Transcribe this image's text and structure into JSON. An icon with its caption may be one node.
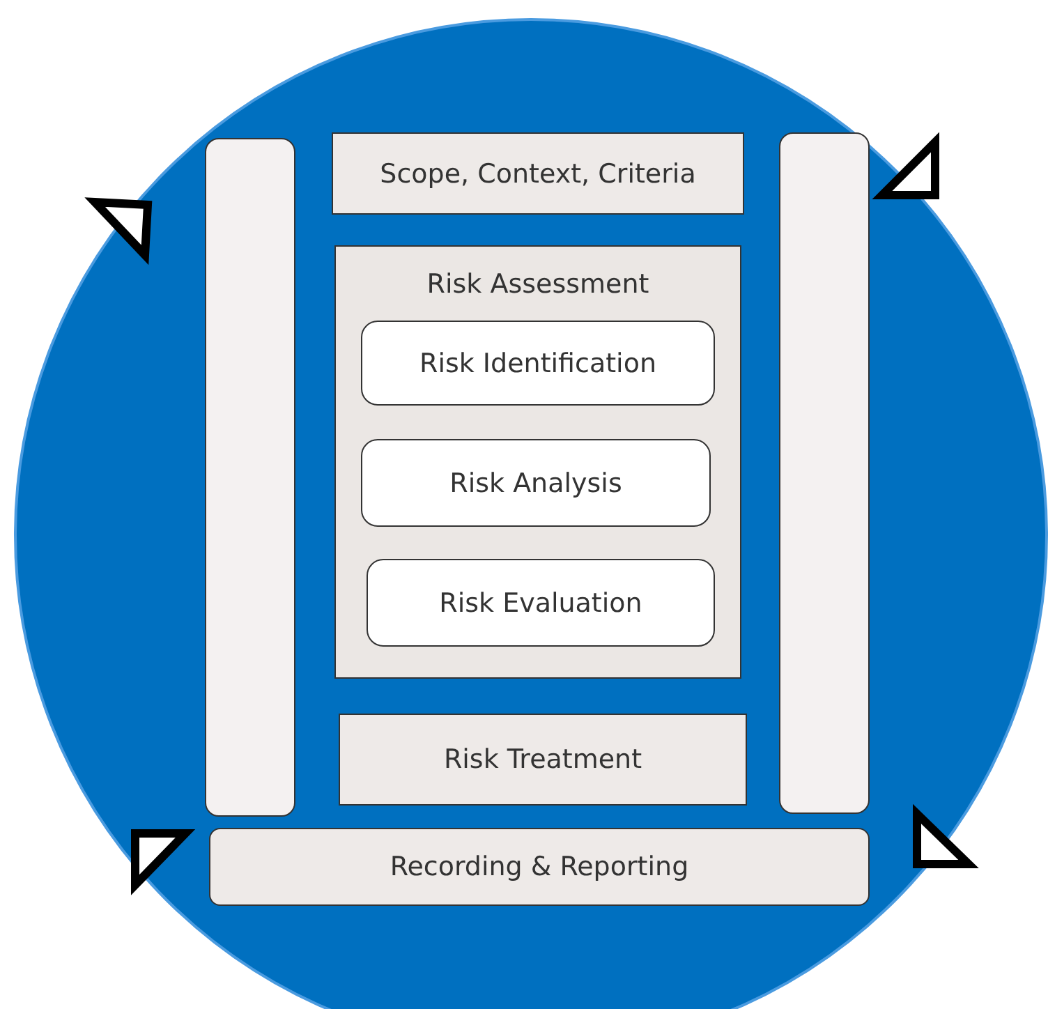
{
  "diagram": {
    "nodes": [
      {
        "text": [],
        "shape": "circle"
      },
      {
        "text": [],
        "shape": "bar",
        "in": 0
      },
      {
        "text": [
          "Scope, Context, Criteria"
        ],
        "in": 0
      },
      {
        "text": [],
        "shape": "bar",
        "in": 0
      },
      {
        "text": [
          "Risk Assessment"
        ],
        "in": 0
      },
      {
        "text": [
          "Risk Identification"
        ],
        "in": 4
      },
      {
        "text": [
          "Risk Analysis"
        ],
        "in": 4
      },
      {
        "text": [
          "Risk Evaluation"
        ],
        "in": 4
      },
      {
        "text": [
          "Risk Treatment"
        ],
        "in": 0
      },
      {
        "text": [
          "Recording & Reporting"
        ],
        "in": 0
      }
    ]
  }
}
